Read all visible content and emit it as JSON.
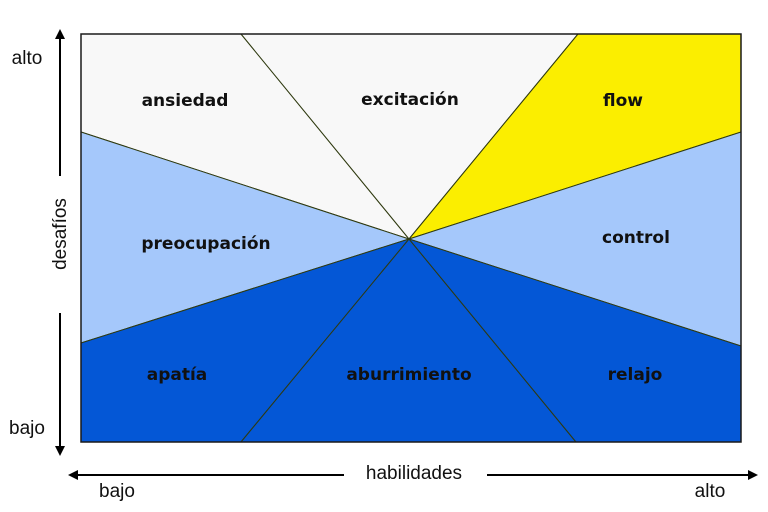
{
  "colors": {
    "white_region": "#f8f8f8",
    "light_blue_region": "#a5c8fb",
    "dark_blue_region": "#0457d6",
    "flow_region": "#fbee00",
    "edge": "#2f3a10",
    "axis": "#000000"
  },
  "regions": {
    "ansiedad": "ansiedad",
    "excitacion": "excitación",
    "flow": "flow",
    "preocupacion": "preocupación",
    "control": "control",
    "apatia": "apatía",
    "aburrimiento": "aburrimiento",
    "relajo": "relajo"
  },
  "y_axis": {
    "label": "desafíos",
    "top": "alto",
    "bottom": "bajo"
  },
  "x_axis": {
    "label": "habilidades",
    "left": "bajo",
    "right": "alto"
  }
}
